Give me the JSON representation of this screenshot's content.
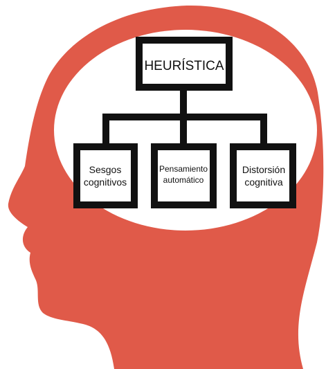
{
  "colors": {
    "head": "#E05A49",
    "brain_area": "#FFFFFF",
    "box_border": "#111111",
    "connector": "#111111",
    "text": "#111111"
  },
  "diagram": {
    "root": {
      "label": "HEURÍSTICA"
    },
    "children": [
      {
        "lines": [
          "Sesgos",
          "cognitivos"
        ]
      },
      {
        "lines": [
          "Pensamiento",
          "automático"
        ]
      },
      {
        "lines": [
          "Distorsión",
          "cognitiva"
        ]
      }
    ]
  }
}
